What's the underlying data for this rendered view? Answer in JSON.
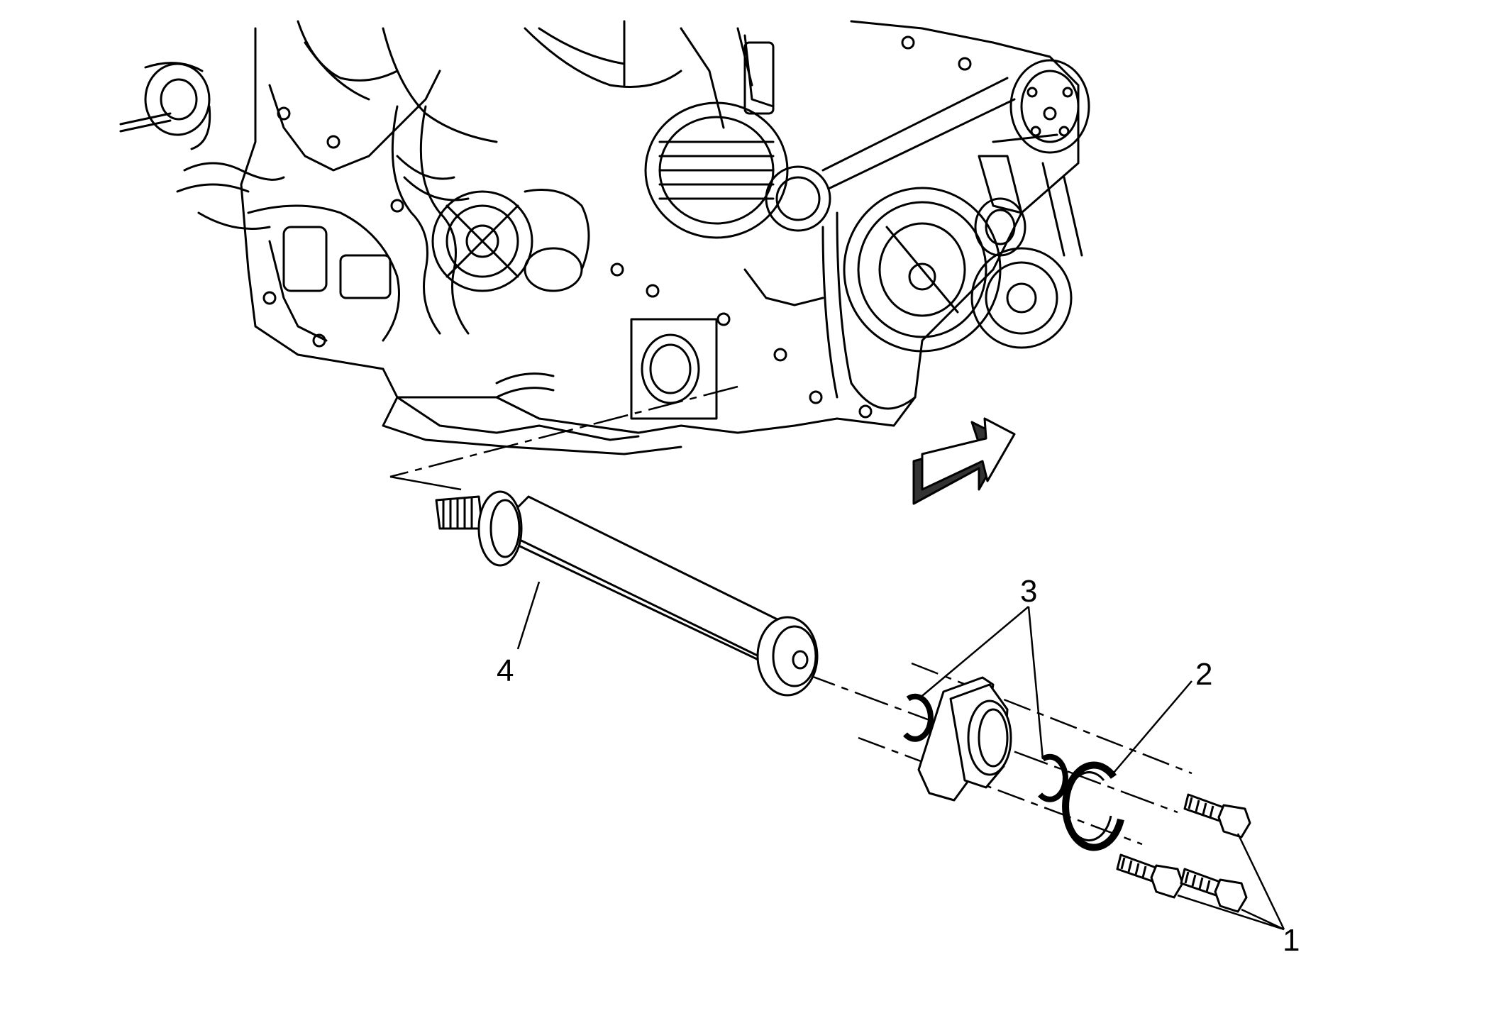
{
  "callouts": [
    {
      "id": "1",
      "label": "1"
    },
    {
      "id": "2",
      "label": "2"
    },
    {
      "id": "3",
      "label": "3"
    },
    {
      "id": "4",
      "label": "4"
    }
  ],
  "colors": {
    "line": "#000000",
    "background": "#ffffff",
    "arrow_dark": "#333333",
    "arrow_light": "#ffffff"
  }
}
